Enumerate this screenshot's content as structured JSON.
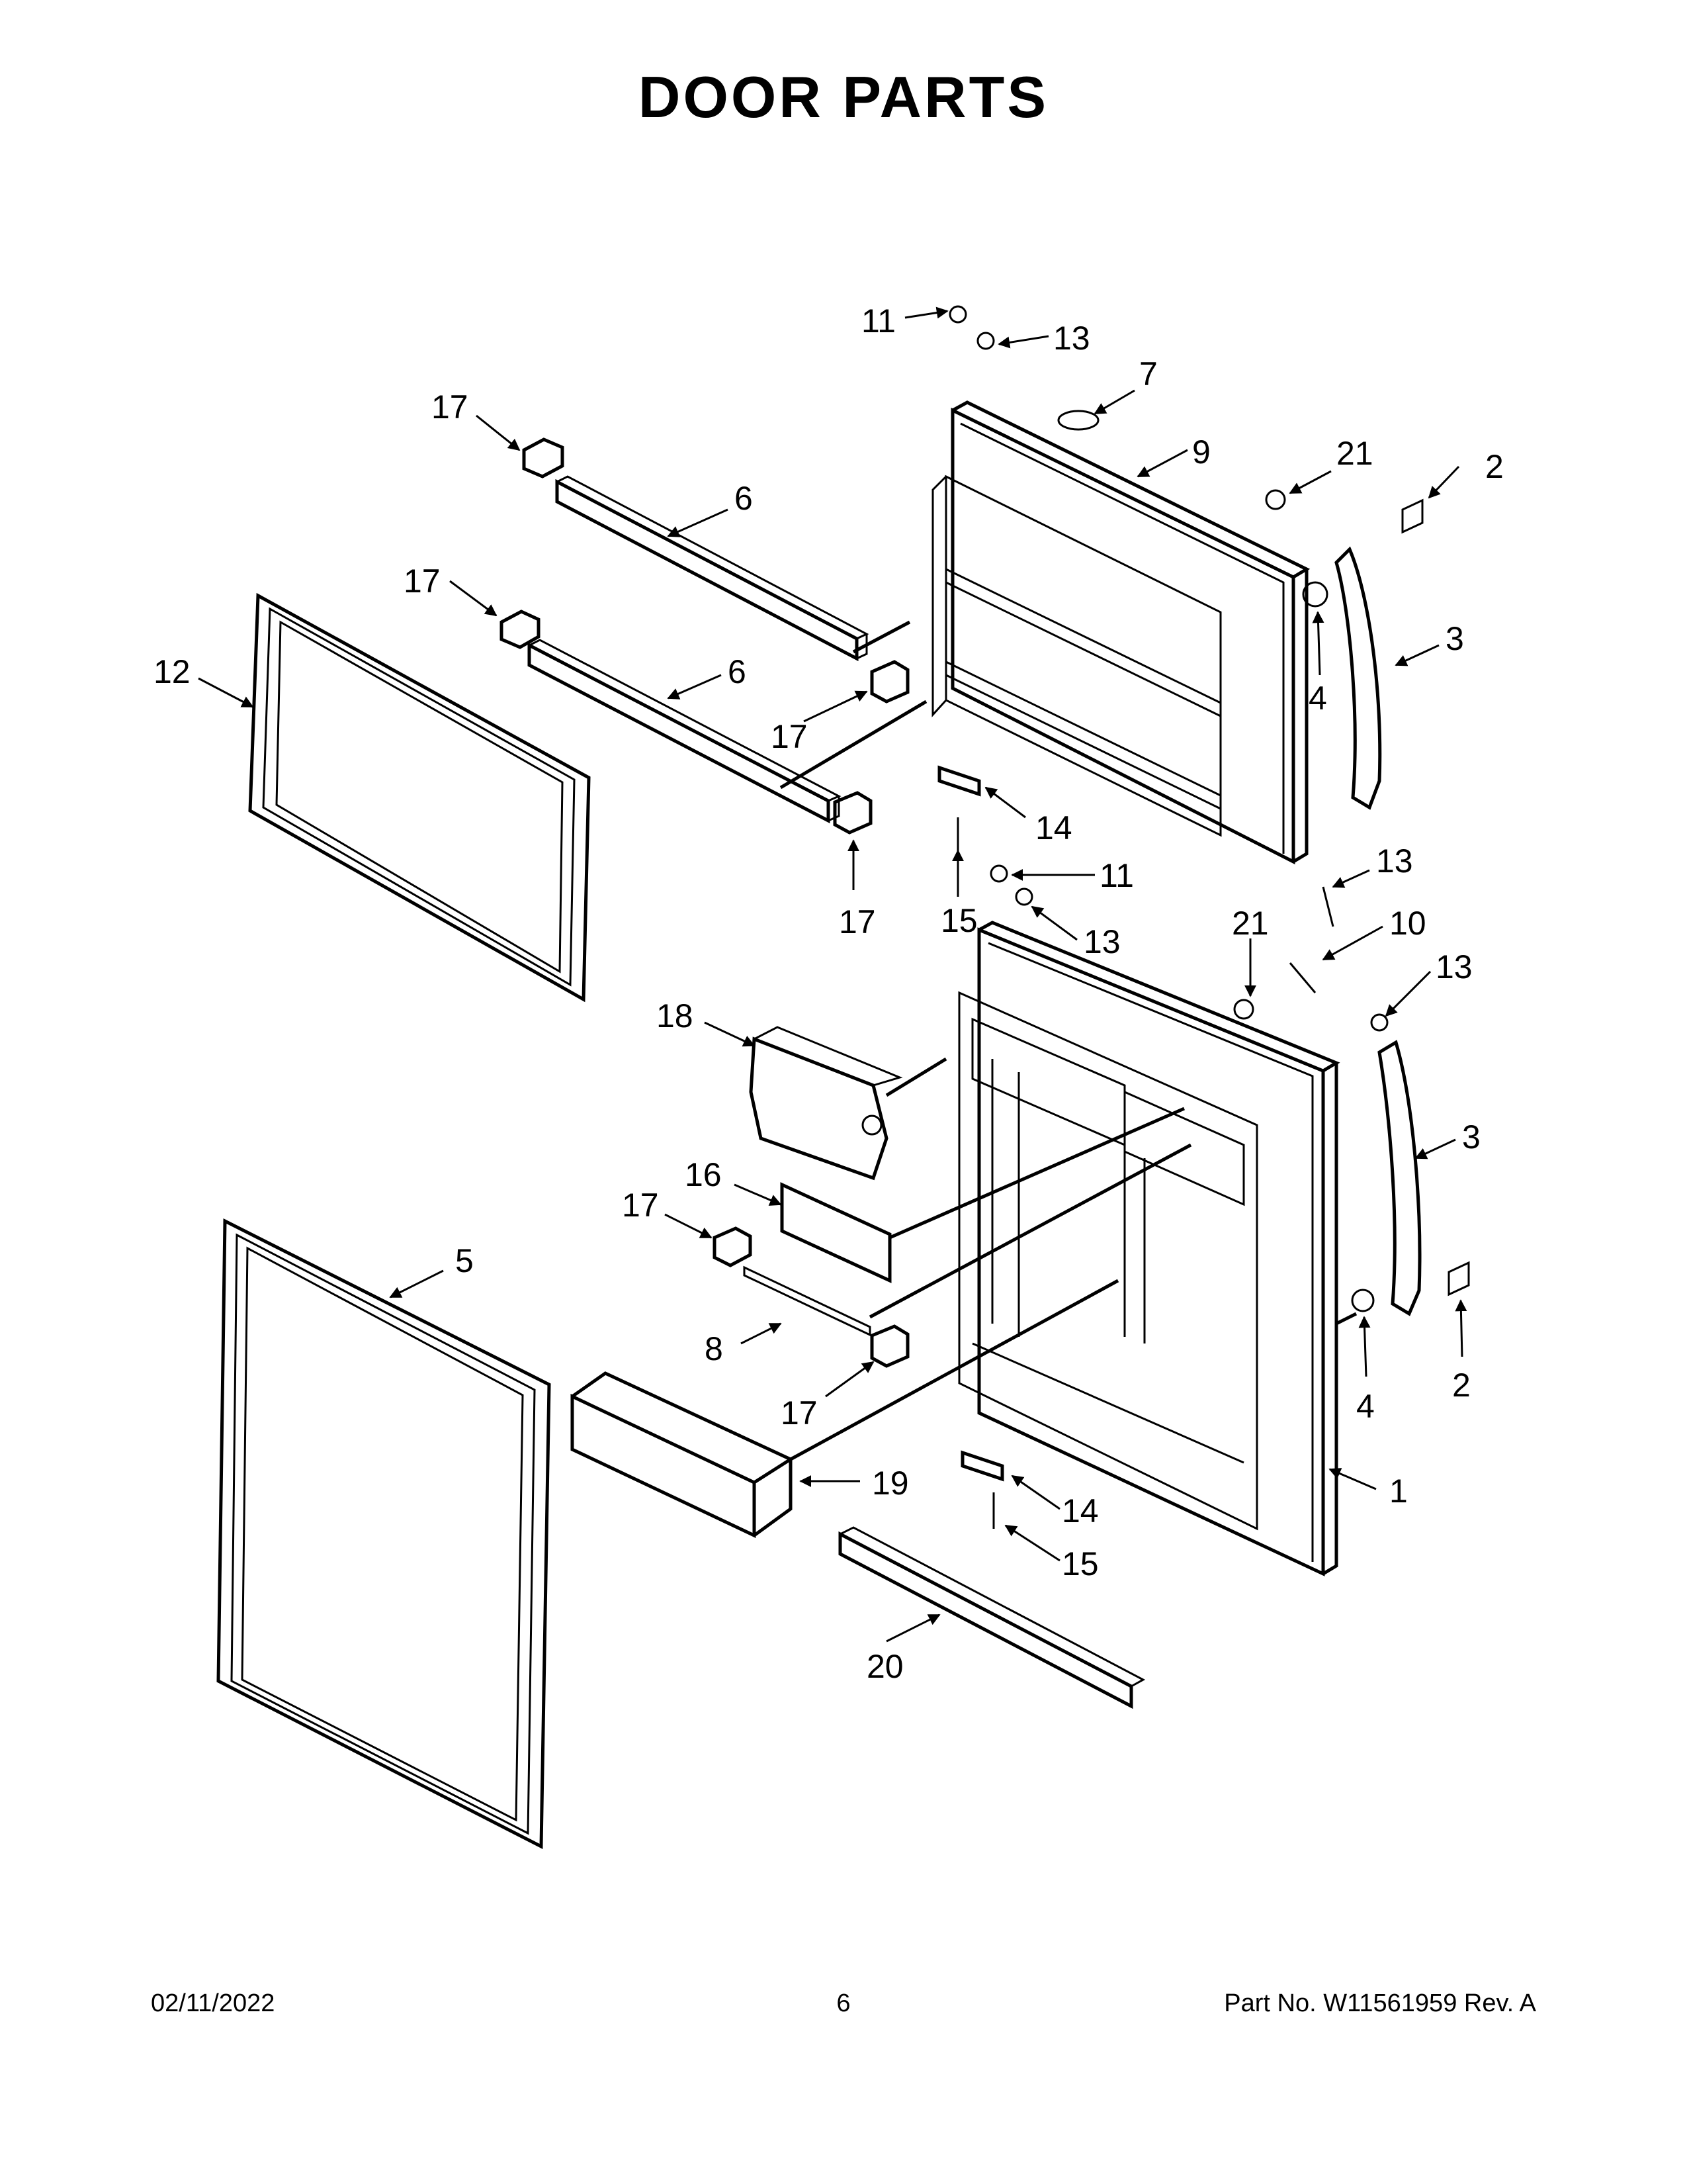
{
  "title": "DOOR PARTS",
  "footer": {
    "date": "02/11/2022",
    "page": "6",
    "part": "Part No.  W11561959  Rev.  A"
  },
  "callouts": {
    "c1": "1",
    "c2a": "2",
    "c2b": "2",
    "c3a": "3",
    "c3b": "3",
    "c4a": "4",
    "c4b": "4",
    "c5": "5",
    "c6a": "6",
    "c6b": "6",
    "c7": "7",
    "c8": "8",
    "c9": "9",
    "c10": "10",
    "c11a": "11",
    "c11b": "11",
    "c12": "12",
    "c13a": "13",
    "c13b": "13",
    "c13c": "13",
    "c13d": "13",
    "c14a": "14",
    "c14b": "14",
    "c15a": "15",
    "c15b": "15",
    "c16": "16",
    "c17a": "17",
    "c17b": "17",
    "c17c": "17",
    "c17d": "17",
    "c17e": "17",
    "c17f": "17",
    "c18": "18",
    "c19": "19",
    "c20": "20",
    "c21a": "21",
    "c21b": "21"
  }
}
